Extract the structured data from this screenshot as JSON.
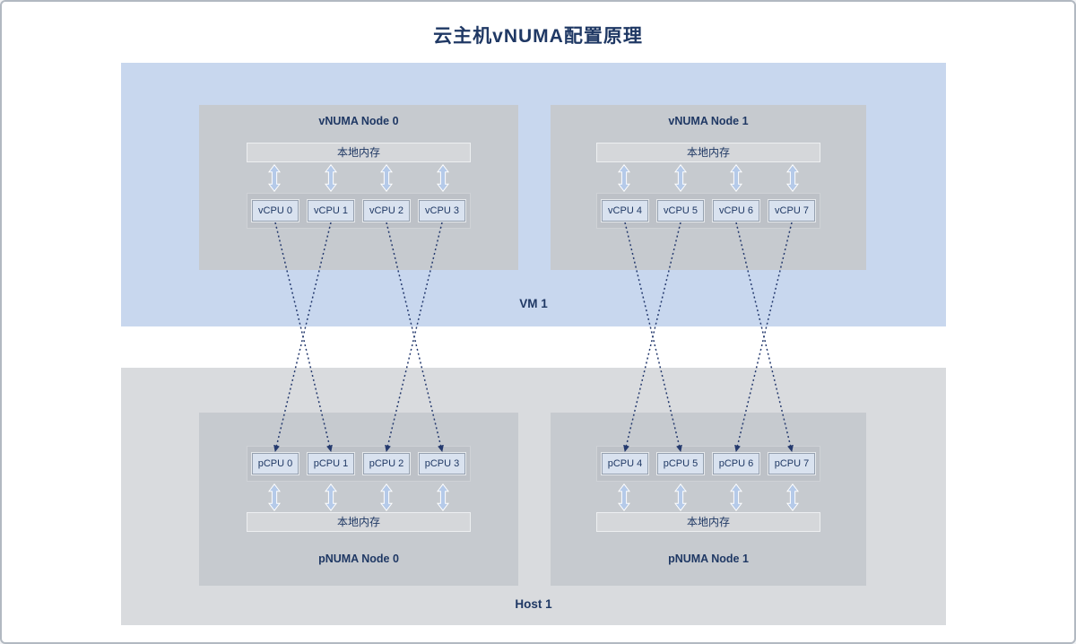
{
  "page": {
    "title": "云主机vNUMA配置原理"
  },
  "colors": {
    "title_text": "#1f3864",
    "vm_background": "#c8d7ee",
    "host_background": "#d9dbde",
    "node_background": "#c6cacf",
    "memory_background": "#d5d7da",
    "cpu_box_background": "#d9e2ef",
    "double_arrow_fill": "#b5cae9",
    "connector_line": "#253a6e"
  },
  "vm": {
    "label": "VM 1",
    "nodes": [
      {
        "title": "vNUMA Node 0",
        "memory_label": "本地内存",
        "cpus": [
          "vCPU 0",
          "vCPU 1",
          "vCPU 2",
          "vCPU 3"
        ]
      },
      {
        "title": "vNUMA Node 1",
        "memory_label": "本地内存",
        "cpus": [
          "vCPU 4",
          "vCPU 5",
          "vCPU 6",
          "vCPU 7"
        ]
      }
    ]
  },
  "host": {
    "label": "Host 1",
    "nodes": [
      {
        "title": "pNUMA Node 0",
        "memory_label": "本地内存",
        "cpus": [
          "pCPU 0",
          "pCPU 1",
          "pCPU 2",
          "pCPU 3"
        ]
      },
      {
        "title": "pNUMA Node 1",
        "memory_label": "本地内存",
        "cpus": [
          "pCPU 4",
          "pCPU 5",
          "pCPU 6",
          "pCPU 7"
        ]
      }
    ]
  },
  "connections": [
    {
      "from": "vCPU 0",
      "to": "pCPU 1"
    },
    {
      "from": "vCPU 1",
      "to": "pCPU 0"
    },
    {
      "from": "vCPU 2",
      "to": "pCPU 3"
    },
    {
      "from": "vCPU 3",
      "to": "pCPU 2"
    },
    {
      "from": "vCPU 4",
      "to": "pCPU 5"
    },
    {
      "from": "vCPU 5",
      "to": "pCPU 4"
    },
    {
      "from": "vCPU 6",
      "to": "pCPU 7"
    },
    {
      "from": "vCPU 7",
      "to": "pCPU 6"
    }
  ]
}
